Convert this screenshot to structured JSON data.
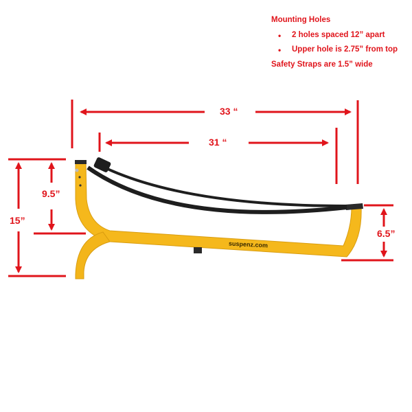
{
  "notes": {
    "heading": "Mounting Holes",
    "bullets": [
      "2 holes spaced 12” apart",
      "Upper hole is 2.75” from top"
    ],
    "footer": "Safety Straps are 1.5” wide"
  },
  "dimensions": {
    "overall_width": "33 “",
    "inner_width": "31 “",
    "overall_height": "15”",
    "arm_height": "9.5”",
    "front_height": "6.5”"
  },
  "product": {
    "brand_logo": "suspenz.com",
    "frame_color": "#f5b81c",
    "strap_color": "#1e1e1e"
  },
  "colors": {
    "annotation": "#e0141b"
  }
}
